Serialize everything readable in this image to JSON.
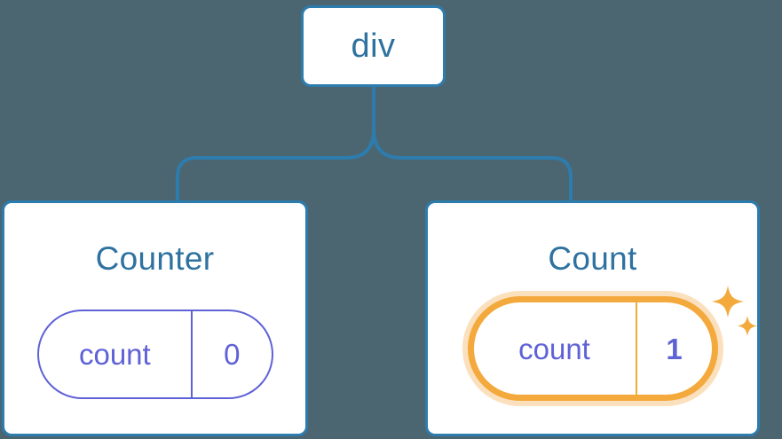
{
  "diagram": {
    "type": "component-tree",
    "background_color": "#4c6671",
    "connector_color": "#2d7cae",
    "node_border_color": "#2d7cae",
    "title_color": "#2e72a0",
    "state_color": "#5f62d6",
    "highlight_color": "#f4a93d",
    "highlight_glow_color": "#f6ba6e",
    "root": {
      "label": "div"
    },
    "children": [
      {
        "title": "Counter",
        "highlighted": false,
        "state": {
          "key": "count",
          "value": "0"
        }
      },
      {
        "title": "Count",
        "highlighted": true,
        "state": {
          "key": "count",
          "value": "1"
        },
        "sparkle_icons": [
          "sparkle-large-icon",
          "sparkle-small-icon"
        ]
      }
    ]
  }
}
